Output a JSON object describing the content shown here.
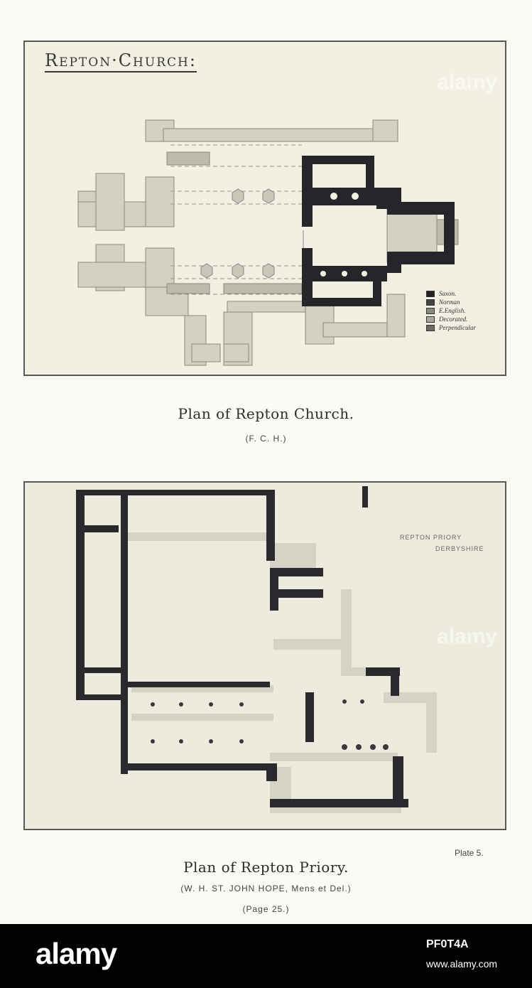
{
  "church_plate": {
    "heading": "Repton·Church:",
    "legend": [
      {
        "label": "Saxon.",
        "color": "#222222"
      },
      {
        "label": "Norman",
        "color": "#444444"
      },
      {
        "label": "E.English.",
        "color": "#8a8a80"
      },
      {
        "label": "Decorated.",
        "color": "#aaa89c"
      },
      {
        "label": "Perpendicular",
        "color": "#6a6a62"
      }
    ]
  },
  "church_caption": {
    "title": "Plan of Repton Church.",
    "credit": "(F. C. H.)"
  },
  "priory_plate": {
    "label_line1": "REPTON  PRIORY",
    "label_line2": "DERBYSHIRE"
  },
  "priory_caption": {
    "plate_number": "Plate 5.",
    "title": "Plan of Repton Priory.",
    "credit": "(W. H. ST. JOHN HOPE, Mens et Del.)",
    "page_ref": "(Page 25.)"
  },
  "watermark": {
    "text": "alamy"
  },
  "footer": {
    "logo": "alamy",
    "image_id": "PF0T4A",
    "url": "www.alamy.com"
  }
}
